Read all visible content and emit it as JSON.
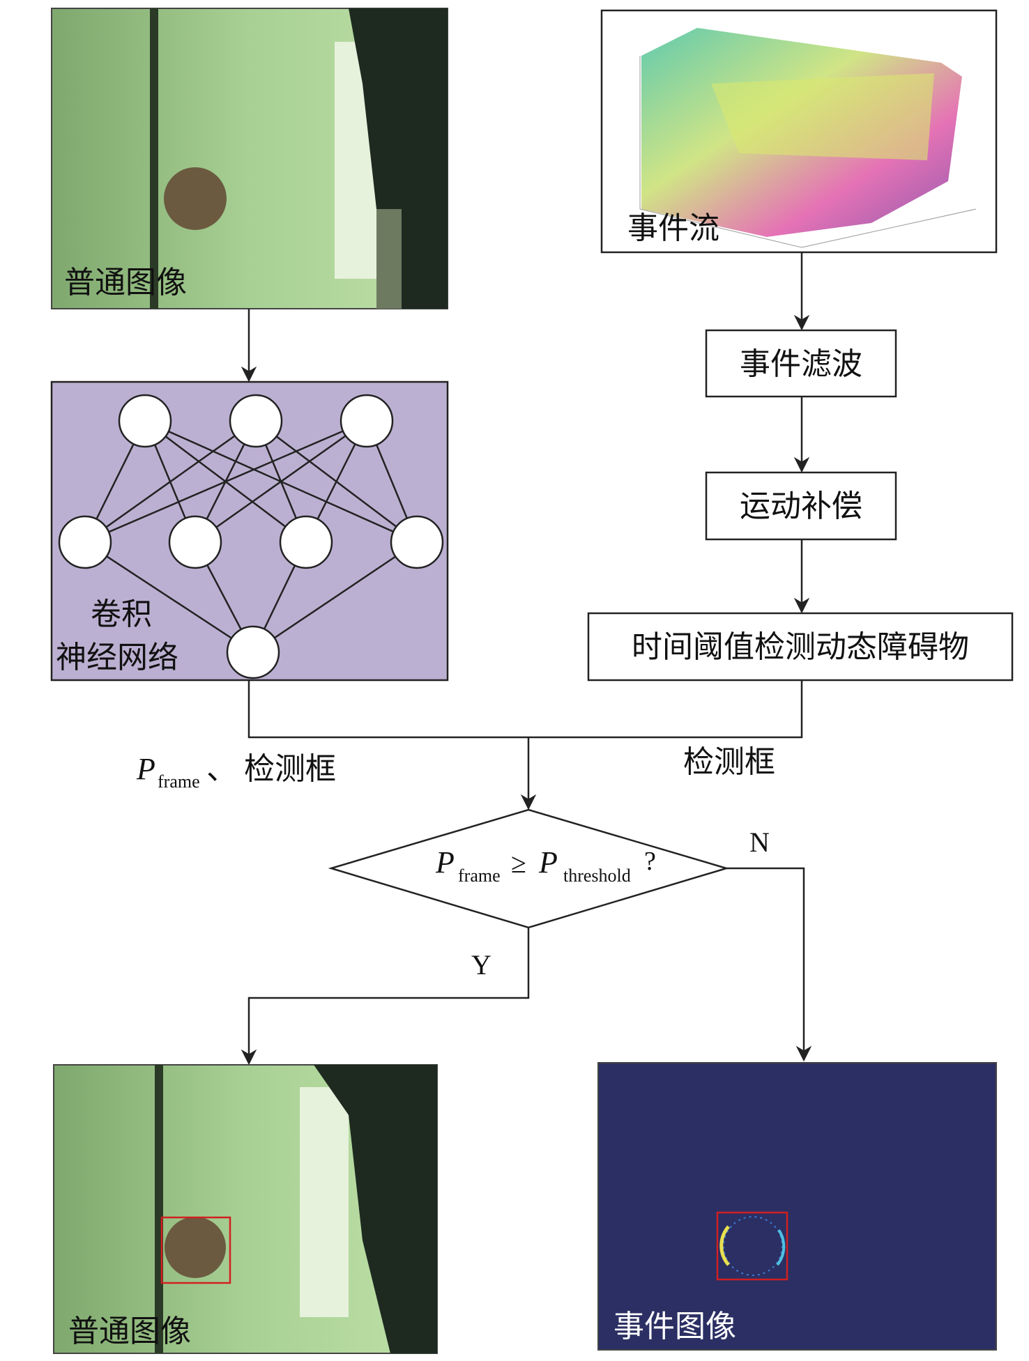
{
  "top_left_image": {
    "label": "普通图像"
  },
  "event_stream": {
    "label": "事件流"
  },
  "cnn": {
    "label_line1": "卷积",
    "label_line2": "神经网络"
  },
  "steps": {
    "event_filter": "事件滤波",
    "motion_compensation": "运动补偿",
    "temporal_threshold": "时间阈值检测动态障碍物"
  },
  "edge_labels": {
    "left_p": "P",
    "left_sub": "frame",
    "left_sep": "、",
    "left_text": "检测框",
    "right_text": "检测框",
    "yes": "Y",
    "no": "N"
  },
  "decision": {
    "p1": "P",
    "sub1": "frame",
    "op": "≥",
    "p2": "P",
    "sub2": "threshold",
    "q": "?"
  },
  "bottom_left_image": {
    "label": "普通图像"
  },
  "event_image": {
    "label": "事件图像"
  },
  "colors": {
    "cnn_bg": "#bcb0d2",
    "photo_green": "#9cc48a",
    "event_bg": "#2b2f63",
    "box_red": "#d02020"
  }
}
